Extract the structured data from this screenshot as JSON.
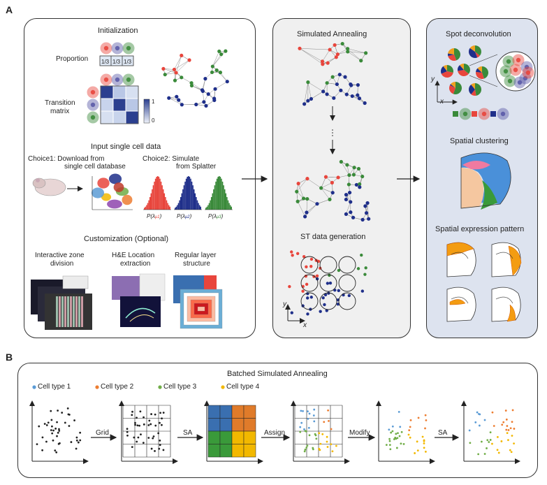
{
  "panelA": {
    "letter": "A",
    "left": {
      "init_title": "Initialization",
      "proportion_label": "Proportion",
      "proportion_cells": [
        "1/3",
        "1/3",
        "1/3"
      ],
      "transition_label_1": "Transition",
      "transition_label_2": "matrix",
      "scale_max": "1",
      "scale_min": "0",
      "input_title": "Input single cell data",
      "choice1_line1": "Choice1:  Download from",
      "choice1_line2": "single cell database",
      "choice2_line1": "Choice2:  Simulate",
      "choice2_line2": "from Splatter",
      "p_labels": [
        "P(λ",
        "P(λ",
        "P(λ"
      ],
      "custom_title": "Customization (Optional)",
      "custom1_line1": "Interactive zone",
      "custom1_line2": "division",
      "custom2_line1": "H&E Location",
      "custom2_line2": "extraction",
      "custom3_line1": "Regular layer",
      "custom3_line2": "structure"
    },
    "middle": {
      "sa_title": "Simulated Annealing",
      "st_title": "ST data generation",
      "axis_x": "x",
      "axis_y": "y"
    },
    "right": {
      "spot_title": "Spot deconvolution",
      "clustering_title": "Spatial clustering",
      "pattern_title": "Spatial expression pattern",
      "axis_x": "x",
      "axis_y": "y"
    }
  },
  "panelB": {
    "letter": "B",
    "title": "Batched Simulated Annealing",
    "legend": [
      {
        "label": "Cell type 1",
        "color": "#5b9bd5"
      },
      {
        "label": "Cell type 2",
        "color": "#ed7d31"
      },
      {
        "label": "Cell type 3",
        "color": "#70ad47"
      },
      {
        "label": "Cell type 4",
        "color": "#f2b800"
      }
    ],
    "steps": [
      "Grid",
      "SA",
      "Assign",
      "Modify",
      "SA"
    ]
  },
  "colors": {
    "red": "#e8453c",
    "green": "#3a8a3a",
    "blue": "#1f2f8a",
    "panel_bg": "#f0f0f0",
    "right_bg": "#dde3ef"
  }
}
